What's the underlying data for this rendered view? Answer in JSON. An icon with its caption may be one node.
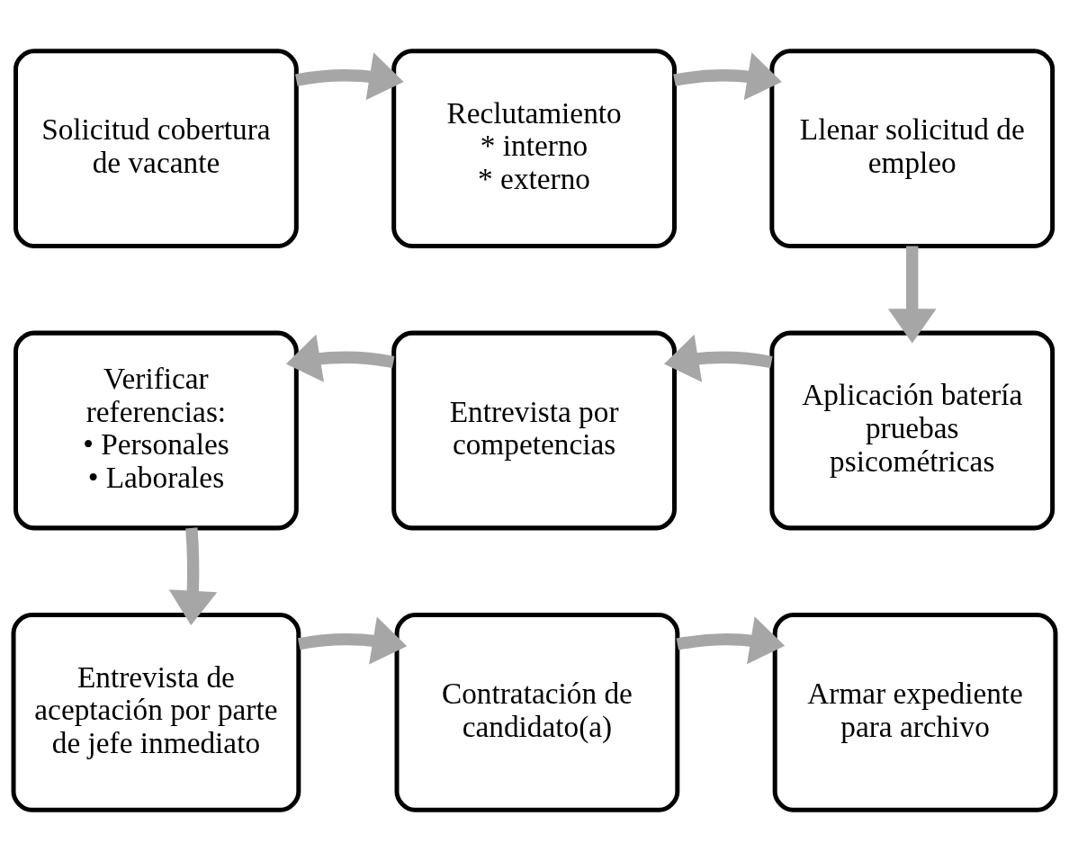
{
  "diagram": {
    "nodes": [
      {
        "text": [
          "Solicitud cobertura de vacante"
        ]
      },
      {
        "text": [
          "Reclutamiento",
          "* interno",
          "* externo"
        ]
      },
      {
        "text": [
          "Llenar solicitud de empleo"
        ]
      },
      {
        "text": [
          "Aplicación batería pruebas psicométricas"
        ]
      },
      {
        "text": [
          "Entrevista por competencias"
        ]
      },
      {
        "text": [
          "Verificar referencias:",
          "• Personales",
          "• Laborales"
        ]
      },
      {
        "text": [
          "Entrevista de aceptación por parte de jefe inmediato"
        ]
      },
      {
        "text": [
          "Contratación de candidato(a)"
        ]
      },
      {
        "text": [
          "Armar expediente para archivo"
        ]
      }
    ],
    "edges": [
      {
        "from": 0,
        "to": 1,
        "arrow": "to"
      },
      {
        "from": 1,
        "to": 2,
        "arrow": "to"
      },
      {
        "from": 2,
        "to": 3,
        "arrow": "to"
      },
      {
        "from": 3,
        "to": 4,
        "arrow": "to"
      },
      {
        "from": 4,
        "to": 5,
        "arrow": "to"
      },
      {
        "from": 5,
        "to": 6,
        "arrow": "to"
      },
      {
        "from": 6,
        "to": 7,
        "arrow": "to"
      },
      {
        "from": 7,
        "to": 8,
        "arrow": "to"
      }
    ]
  }
}
